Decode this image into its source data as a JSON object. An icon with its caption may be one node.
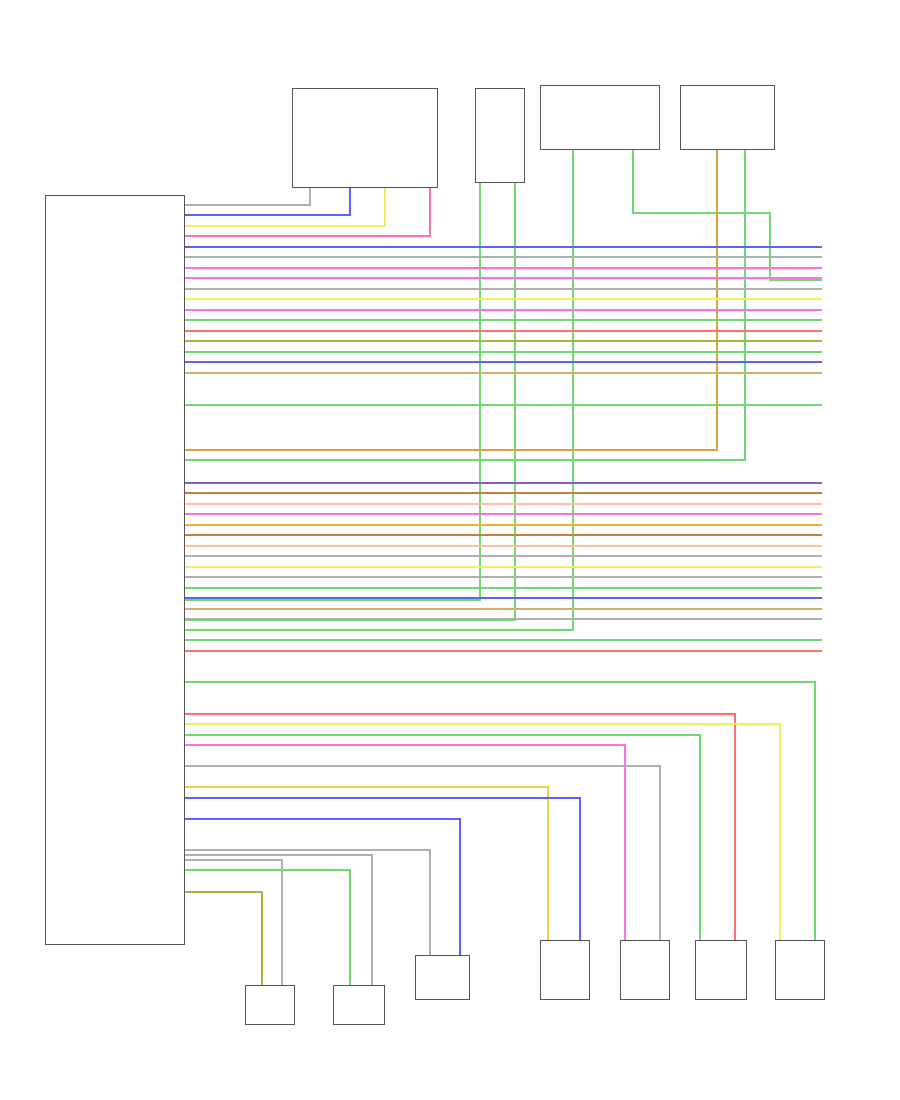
{
  "diagram": {
    "nodes": [
      {
        "text": [],
        "shape": "box"
      },
      {
        "text": [],
        "shape": "box"
      },
      {
        "text": [],
        "shape": "box"
      },
      {
        "text": [],
        "shape": "box"
      },
      {
        "text": [],
        "shape": "box"
      },
      {
        "text": [],
        "shape": "box"
      },
      {
        "text": [],
        "shape": "box"
      },
      {
        "text": [],
        "shape": "box"
      },
      {
        "text": [],
        "shape": "box"
      },
      {
        "text": [],
        "shape": "box"
      },
      {
        "text": [],
        "shape": "box"
      },
      {
        "text": [],
        "shape": "box"
      }
    ],
    "edges": [
      {
        "from": 0,
        "to": 1,
        "arrow": "none",
        "color": "#b0b0b0"
      },
      {
        "from": 0,
        "to": 1,
        "arrow": "none",
        "color": "#6060ff"
      },
      {
        "from": 0,
        "to": 1,
        "arrow": "none",
        "color": "#f0f060"
      },
      {
        "from": 0,
        "to": 1,
        "arrow": "none",
        "color": "#ff70b0"
      },
      {
        "from": 0,
        "to": 2,
        "arrow": "none",
        "color": "#70d870"
      },
      {
        "from": 0,
        "to": 2,
        "arrow": "none",
        "color": "#70d870"
      },
      {
        "from": 0,
        "to": 3,
        "arrow": "none",
        "color": "#70d870"
      },
      {
        "from": 3,
        "to": null,
        "arrow": "none",
        "color": "#70d870"
      },
      {
        "from": 0,
        "to": 4,
        "arrow": "none",
        "color": "#e0a040"
      },
      {
        "from": 0,
        "to": 4,
        "arrow": "none",
        "color": "#70d870"
      },
      {
        "from": 0,
        "to": 5,
        "arrow": "none",
        "color": "#b0b040"
      },
      {
        "from": 0,
        "to": 5,
        "arrow": "none",
        "color": "#b0b0b0"
      },
      {
        "from": 0,
        "to": 6,
        "arrow": "none",
        "color": "#70d870"
      },
      {
        "from": 0,
        "to": 6,
        "arrow": "none",
        "color": "#b0b0b0"
      },
      {
        "from": 0,
        "to": 7,
        "arrow": "none",
        "color": "#b0b0b0"
      },
      {
        "from": 0,
        "to": 7,
        "arrow": "none",
        "color": "#6060ff"
      },
      {
        "from": 0,
        "to": 8,
        "arrow": "none",
        "color": "#f0d040"
      },
      {
        "from": 0,
        "to": 8,
        "arrow": "none",
        "color": "#6060ff"
      },
      {
        "from": 0,
        "to": 9,
        "arrow": "none",
        "color": "#ff70e0"
      },
      {
        "from": 0,
        "to": 9,
        "arrow": "none",
        "color": "#b0b0b0"
      },
      {
        "from": 0,
        "to": 10,
        "arrow": "none",
        "color": "#70d870"
      },
      {
        "from": 0,
        "to": 10,
        "arrow": "none",
        "color": "#ff7070"
      },
      {
        "from": 0,
        "to": 11,
        "arrow": "none",
        "color": "#f0f060"
      },
      {
        "from": 0,
        "to": 11,
        "arrow": "none",
        "color": "#70d870"
      },
      {
        "from": 0,
        "to": null,
        "arrow": "none",
        "color": "#6060ff"
      },
      {
        "from": 0,
        "to": null,
        "arrow": "none",
        "color": "#ff70e0"
      },
      {
        "from": 0,
        "to": null,
        "arrow": "none",
        "color": "#b0b0b0"
      },
      {
        "from": 0,
        "to": null,
        "arrow": "none",
        "color": "#ff70e0"
      },
      {
        "from": 0,
        "to": null,
        "arrow": "none",
        "color": "#b0b0b0"
      },
      {
        "from": 0,
        "to": null,
        "arrow": "none",
        "color": "#f0f060"
      },
      {
        "from": 0,
        "to": null,
        "arrow": "none",
        "color": "#ff70e0"
      },
      {
        "from": 0,
        "to": null,
        "arrow": "none",
        "color": "#70d870"
      },
      {
        "from": 0,
        "to": null,
        "arrow": "none",
        "color": "#ff7070"
      },
      {
        "from": 0,
        "to": null,
        "arrow": "none",
        "color": "#b0b040"
      },
      {
        "from": 0,
        "to": null,
        "arrow": "none",
        "color": "#70d870"
      },
      {
        "from": 0,
        "to": null,
        "arrow": "none",
        "color": "#6060ff"
      },
      {
        "from": 0,
        "to": null,
        "arrow": "none",
        "color": "#d0b070"
      },
      {
        "from": 0,
        "to": null,
        "arrow": "none",
        "color": "#70d870"
      },
      {
        "from": 0,
        "to": null,
        "arrow": "none",
        "color": "#8060c0"
      },
      {
        "from": 0,
        "to": null,
        "arrow": "none",
        "color": "#c08040"
      },
      {
        "from": 0,
        "to": null,
        "arrow": "none",
        "color": "#ffc0a0"
      },
      {
        "from": 0,
        "to": null,
        "arrow": "none",
        "color": "#ff70e0"
      },
      {
        "from": 0,
        "to": null,
        "arrow": "none",
        "color": "#f0b030"
      },
      {
        "from": 0,
        "to": null,
        "arrow": "none",
        "color": "#c08040"
      },
      {
        "from": 0,
        "to": null,
        "arrow": "none",
        "color": "#ffc0a0"
      },
      {
        "from": 0,
        "to": null,
        "arrow": "none",
        "color": "#b0b0b0"
      },
      {
        "from": 0,
        "to": null,
        "arrow": "none",
        "color": "#f0f060"
      },
      {
        "from": 0,
        "to": null,
        "arrow": "none",
        "color": "#b0b0b0"
      },
      {
        "from": 0,
        "to": null,
        "arrow": "none",
        "color": "#70d870"
      },
      {
        "from": 0,
        "to": null,
        "arrow": "none",
        "color": "#6060ff"
      },
      {
        "from": 0,
        "to": null,
        "arrow": "none",
        "color": "#d0b070"
      },
      {
        "from": 0,
        "to": null,
        "arrow": "none",
        "color": "#b0b0b0"
      },
      {
        "from": 0,
        "to": null,
        "arrow": "none",
        "color": "#70d870"
      },
      {
        "from": 0,
        "to": null,
        "arrow": "none",
        "color": "#ff7070"
      }
    ]
  }
}
